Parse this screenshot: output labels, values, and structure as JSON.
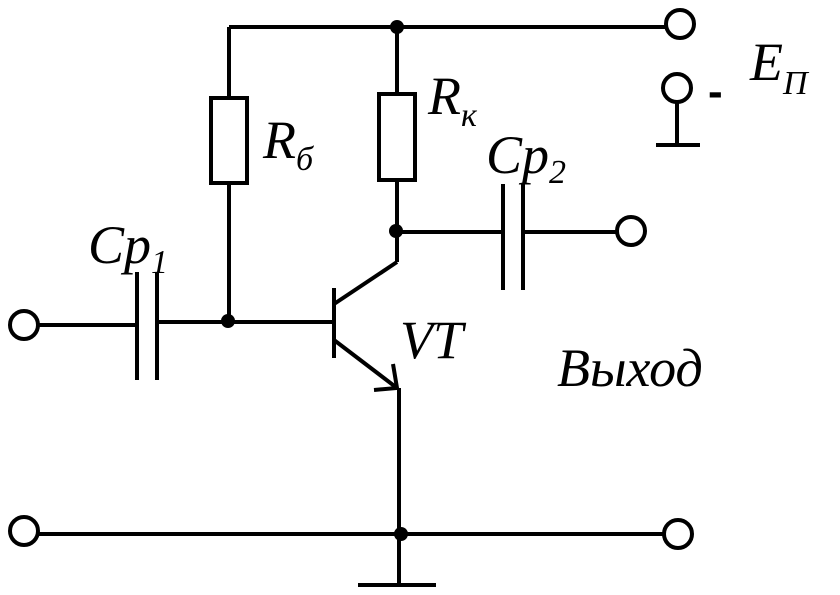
{
  "labels": {
    "ep_main": "E",
    "ep_sub": "П",
    "ep_polarity": "-",
    "rb_main": "R",
    "rb_sub": "б",
    "rk_main": "R",
    "rk_sub": "к",
    "cp1_main": "Cp",
    "cp1_sub": "1",
    "cp2_main": "Cp",
    "cp2_sub": "2",
    "transistor": "VT",
    "output": "Выход"
  },
  "colors": {
    "line": "#000000",
    "background": "#ffffff"
  }
}
